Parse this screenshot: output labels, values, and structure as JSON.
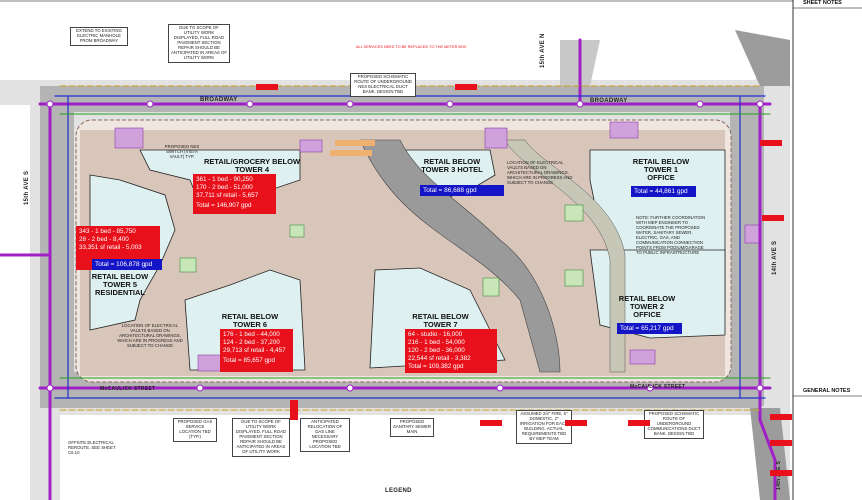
{
  "side_panel": {
    "sheet_notes": "SHEET NOTES",
    "general_notes": "GENERAL NOTES"
  },
  "streets": {
    "broadway_left": "BROADWAY",
    "broadway_right": "BROADWAY",
    "mccaulick_left": "McCAULICK STREET",
    "mccaulick_right": "McCAULICK STREET",
    "ave_15th_s": "15th AVE S",
    "ave_15th_n": "15th AVE N",
    "ave_14th_s": "14th AVE S",
    "ave_14th_s_bottom": "14th AVE S",
    "legend": "LEGEND"
  },
  "towers": [
    {
      "id": "tower4",
      "title": "RETAIL/GROCERY BELOW TOWER 4",
      "details": [
        "361 - 1 bed - 90,250",
        "170 - 2 bed - 51,000",
        "37,711 sf retail - 5,657"
      ],
      "total": "Total = 146,907 gpd"
    },
    {
      "id": "tower5",
      "title": "RETAIL BELOW TOWER 5 RESIDENTIAL",
      "details": [
        "343 - 1 bed - 85,750",
        "28 - 2 bed - 8,400",
        "33,351 sf retail - 5,003"
      ],
      "total": "Total = 106,878 gpd"
    },
    {
      "id": "tower6",
      "title": "RETAIL BELOW TOWER 6",
      "details": [
        "176 - 1 bed - 44,000",
        "124 - 2 bed - 37,200",
        "29,713 sf retail - 4,457"
      ],
      "total": "Total = 85,657 gpd"
    },
    {
      "id": "tower7",
      "title": "RETAIL BELOW TOWER 7",
      "details": [
        "64 - studio - 16,000",
        "216 - 1 bed - 54,000",
        "120 - 2 bed - 36,000",
        "22,544 sf retail - 3,382"
      ],
      "total": "Total = 109,382 gpd"
    },
    {
      "id": "tower3",
      "title": "RETAIL BELOW TOWER 3 HOTEL",
      "total": "Total = 86,688 gpd"
    },
    {
      "id": "tower1",
      "title": "RETAIL BELOW TOWER 1 OFFICE",
      "total": "Total = 44,861 gpd"
    },
    {
      "id": "tower2",
      "title": "RETAIL BELOW TOWER 2 OFFICE",
      "total": "Total = 65,217 gpd"
    }
  ],
  "notes": {
    "extend_electric": "EXTEND TO EXISTING ELECTRIC MANHOLE FROM BROADWAY",
    "scope_top": "DUE TO SCOPE OF UTILITY WORK DISPLAYED, FULL ROAD PAVEMENT SECTION REPAIR SHOULD BE ANTICIPATED IN AREAS OF UTILITY WORK",
    "schematic_top": "PROPOSED SCHEMATIC ROUTE OF UNDERGROUND NES ELECTRICAL DUCT BANK. DESIGN TBD",
    "nes_switch": "PROPOSED NES SWITCH (VISTA VAULT) TYP.",
    "vaults_tower3": "LOCATION OF ELECTRICAL VAULTS BASED ON ARCHITECTURAL DRAWINGS, WHICH ARE IN PROGRESS AND SUBJECT TO CHANGE",
    "vaults_tower6": "LOCATION OF ELECTRICAL VAULTS BASED ON ARCHITECTURAL DRAWINGS, WHICH ARE IN PROGRESS AND SUBJECT TO CHANGE",
    "coordination": "NOTE: FURTHER COORDINATION WITH MEP ENGINEER TO COORDINATE THE PROPOSED WATER, SANITARY SEWER, ELECTRIC, GAS, AND COMMUNICATION CONNECTION POINTS FROM PODIUM/GARAGE TO PUBLIC INFRASTRUCTURE",
    "gas_service": "PROPOSED GAS SERVICE LOCATION TBD (TYP.)",
    "scope_bottom": "DUE TO SCOPE OF UTILITY WORK DISPLAYED, FULL ROAD PAVEMENT SECTION REPAIR SHOULD BE ANTICIPATED IN AREAS OF UTILITY WORK",
    "gas_relocation": "ANTICIPATED RELOCATION OF GAS LINE NECESSARY PROPOSED LOCATION TBD",
    "sanitary": "PROPOSED SANITARY SEWER MAIN",
    "assumed_fire": "ASSUMED 2/4\" FIRE, 6\" DOMESTIC, 2\" IRRIGATION FOR EACH BUILDING. ACTUAL REQUIREMENTS TBD BY MEP TEAM",
    "comm_duct": "PROPOSED SCHEMATIC ROUTE OF UNDERGROUND COMMUNICATIONS DUCT BANK. DESIGN TBD",
    "offsite_electric": "OFFSITE ELECTRICAL REROUTE. SEE SHEET C6.10",
    "all_services": "ALL SERVICES NEED TO BE REPLACED TO THE METER BOX"
  },
  "colors": {
    "electric": "#a020c8",
    "water": "#2030d0",
    "gas": "#20a020",
    "sewer": "#c8a020",
    "plaza": "#dcc8bc",
    "building": "#dff0f0",
    "road": "#a8a8a8",
    "callout": "#e8101a",
    "total_blue": "#1515c8"
  }
}
